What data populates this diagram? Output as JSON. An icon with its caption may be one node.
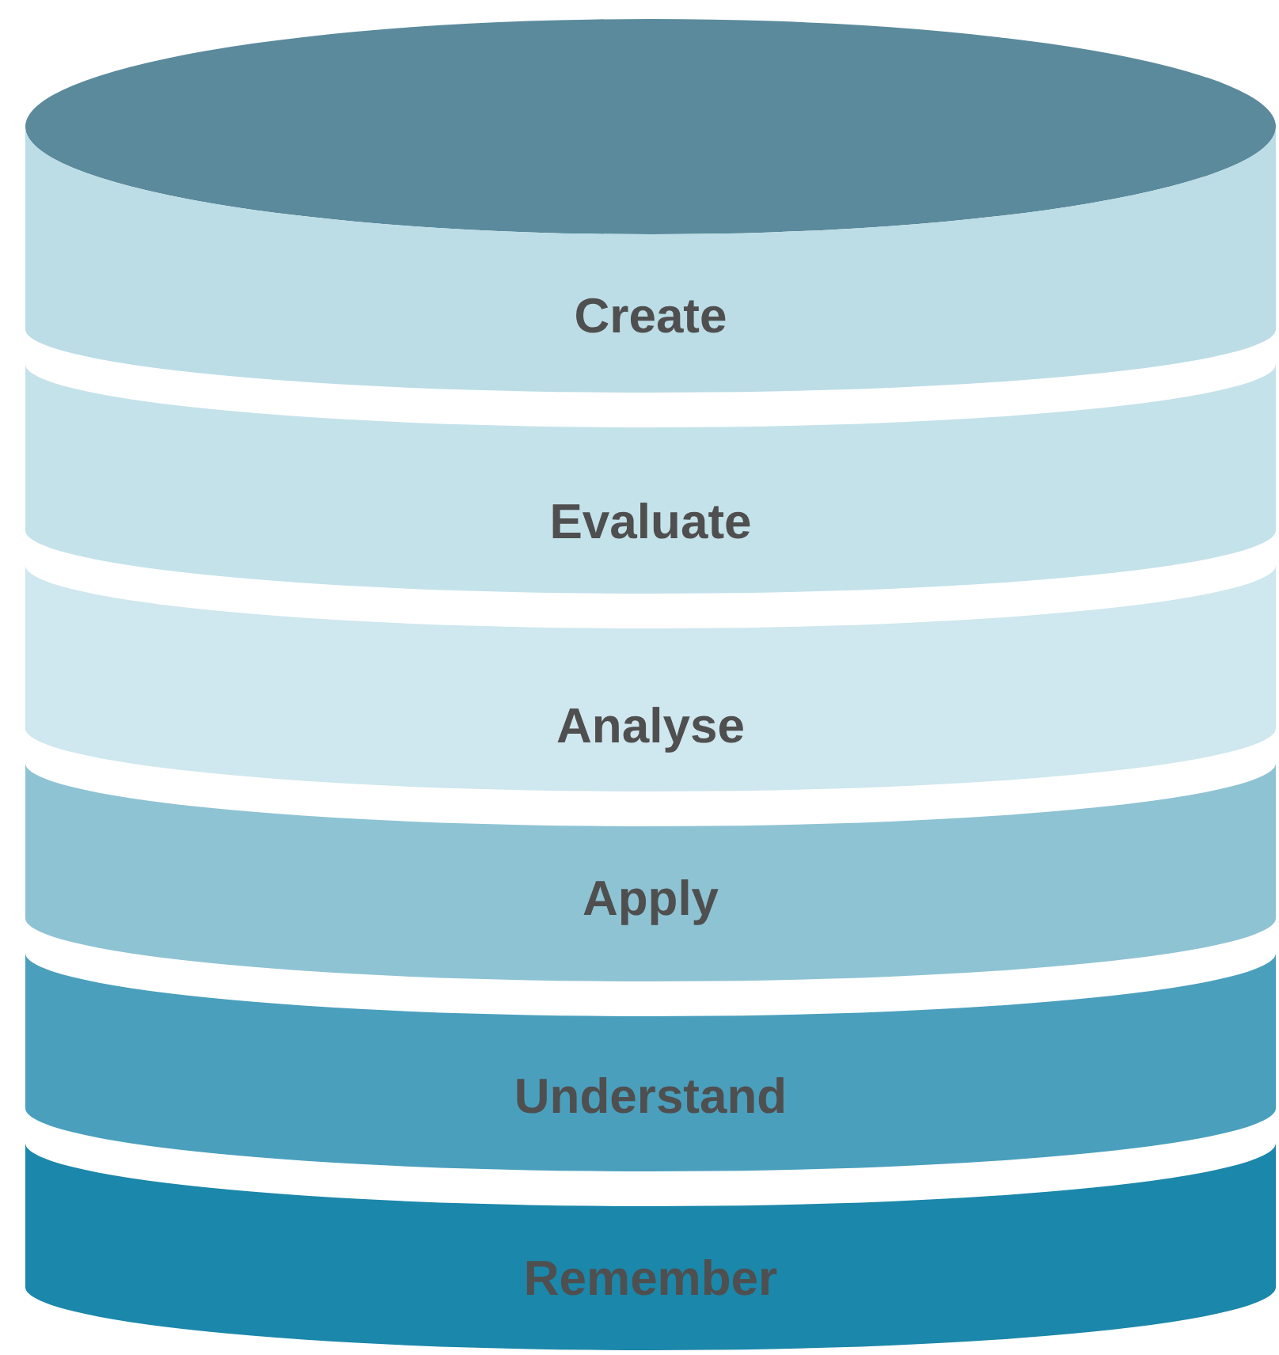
{
  "diagram": {
    "nodes": [
      {
        "text": [],
        "shape": "ellipse"
      },
      {
        "text": [
          "Create"
        ]
      },
      {
        "text": [
          "Evaluate"
        ]
      },
      {
        "text": [
          "Analyse"
        ]
      },
      {
        "text": [
          "Apply"
        ]
      },
      {
        "text": [
          "Understand"
        ]
      },
      {
        "text": [
          "Remember"
        ]
      }
    ]
  }
}
